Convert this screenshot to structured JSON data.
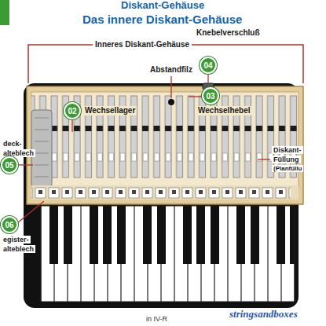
{
  "diagram": {
    "title": "Das innere Diskant-Gehäuse",
    "nodes": [
      {
        "text": [
          "02"
        ]
      },
      {
        "text": [
          "03"
        ]
      },
      {
        "text": [
          "04"
        ]
      },
      {
        "text": [
          "05"
        ]
      },
      {
        "text": [
          "06"
        ]
      }
    ],
    "labels": [
      "Diskant-Gehäuse",
      "Inneres Diskant-Gehäuse",
      "Abstandfilz",
      "Knebelverschluß",
      "Wechsellager",
      "Wechselhebel",
      "deck-",
      "alteblech",
      "Diskant-",
      "Füllung",
      "(Planfüllu",
      "egister-",
      "alteblech",
      "stringsandboxes",
      "in IV-R"
    ]
  }
}
